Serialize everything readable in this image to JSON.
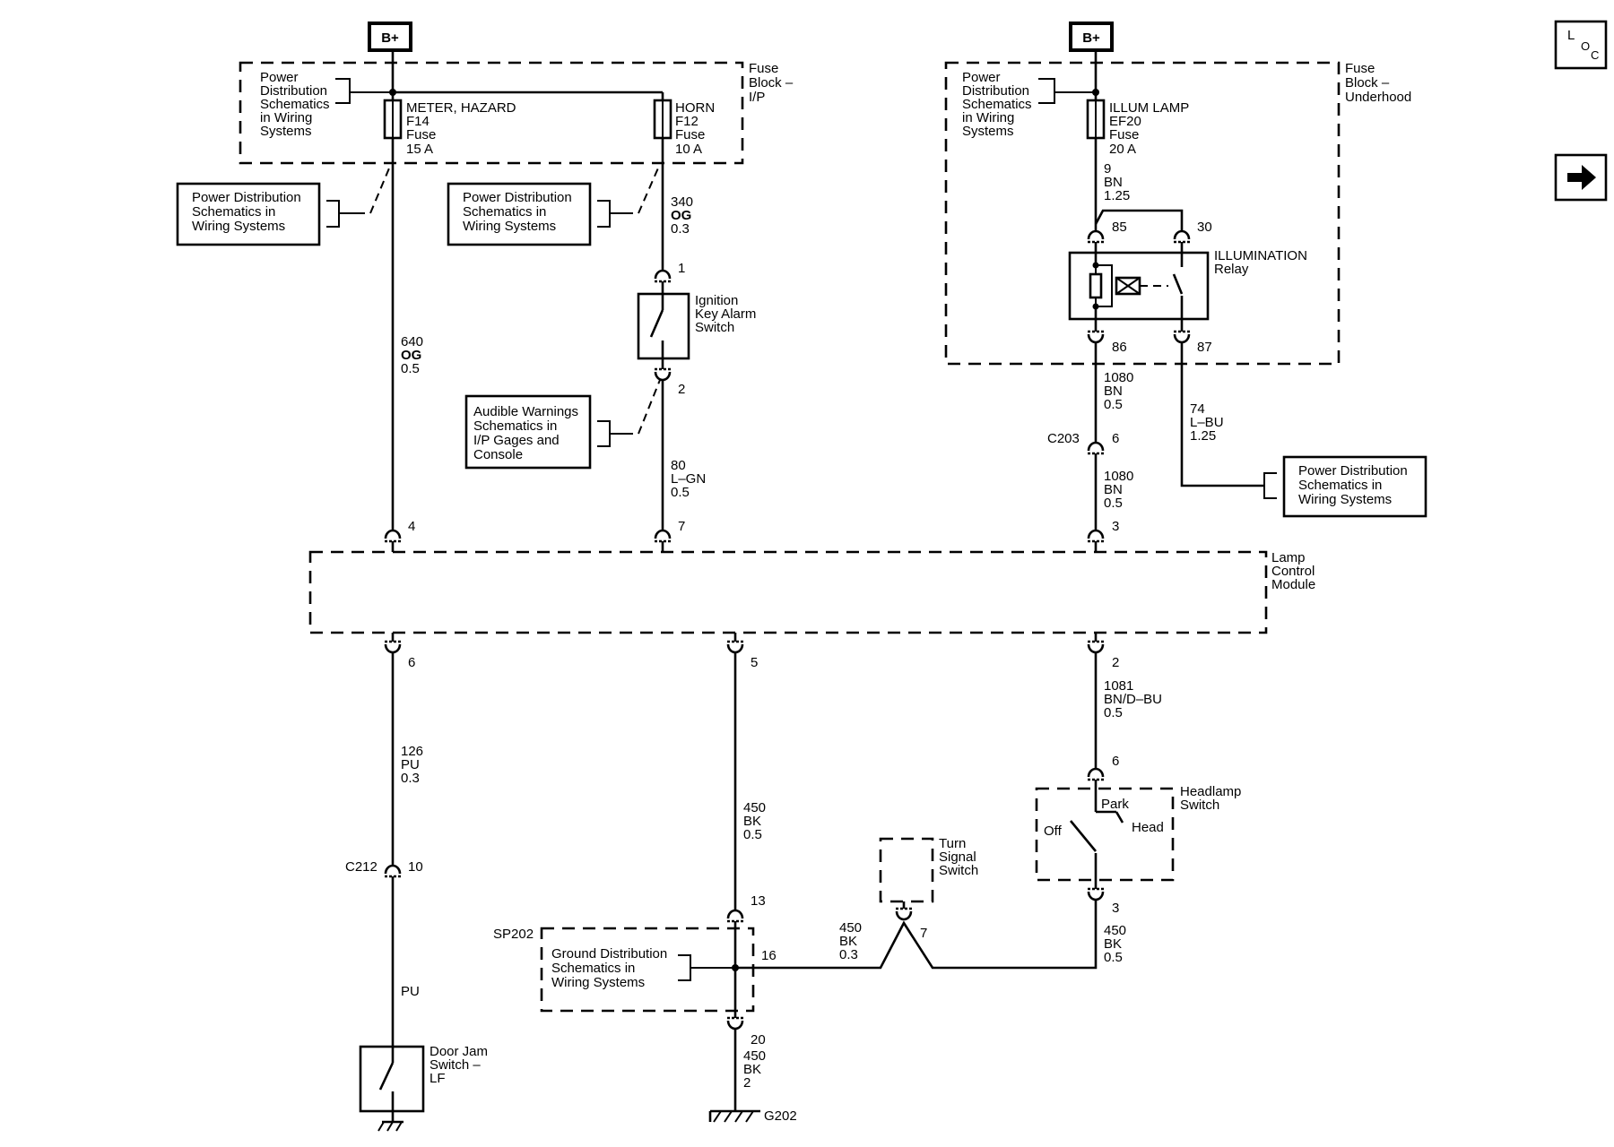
{
  "badges": {
    "bplus_left": "B+",
    "bplus_right": "B+"
  },
  "side_icons": {
    "loc": "LOC",
    "arrow": "right-arrow-icon"
  },
  "fuse_block_ip": {
    "title": [
      "Fuse",
      "Block –",
      "I/P"
    ],
    "ref": [
      "Power",
      "Distribution",
      "Schematics",
      "in Wiring",
      "Systems"
    ],
    "fuse_f14": [
      "METER, HAZARD",
      "F14",
      "Fuse",
      "15 A"
    ],
    "fuse_f12": [
      "HORN",
      "F12",
      "Fuse",
      "10 A"
    ]
  },
  "fuse_block_underhood": {
    "title": [
      "Fuse",
      "Block –",
      "Underhood"
    ],
    "ref": [
      "Power",
      "Distribution",
      "Schematics",
      "in Wiring",
      "Systems"
    ],
    "fuse_ef20": [
      "ILLUM LAMP",
      "EF20",
      "Fuse",
      "20 A"
    ]
  },
  "refs": {
    "power_left": [
      "Power Distribution",
      "Schematics in",
      "Wiring Systems"
    ],
    "power_mid": [
      "Power Distribution",
      "Schematics in",
      "Wiring Systems"
    ],
    "audible": [
      "Audible Warnings",
      "Schematics in",
      "I/P Gages and",
      "Console"
    ],
    "power_right": [
      "Power Distribution",
      "Schematics in",
      "Wiring Systems"
    ],
    "ground": [
      "Ground Distribution",
      "Schematics in",
      "Wiring Systems"
    ]
  },
  "wires": {
    "w640": [
      "640",
      "OG",
      "0.5"
    ],
    "w340": [
      "340",
      "OG",
      "0.3"
    ],
    "w80": [
      "80",
      "L–GN",
      "0.5"
    ],
    "w9": [
      "9",
      "BN",
      "1.25"
    ],
    "w1080a": [
      "1080",
      "BN",
      "0.5"
    ],
    "w1080b": [
      "1080",
      "BN",
      "0.5"
    ],
    "w74": [
      "74",
      "L–BU",
      "1.25"
    ],
    "w126": [
      "126",
      "PU",
      "0.3"
    ],
    "wPU": [
      "PU"
    ],
    "w450a": [
      "450",
      "BK",
      "0.5"
    ],
    "w450b": [
      "450",
      "BK",
      "0.3"
    ],
    "w450c": [
      "450",
      "BK",
      "0.5"
    ],
    "w450d": [
      "450",
      "BK",
      "2"
    ],
    "w1081": [
      "1081",
      "BN/D–BU",
      "0.5"
    ]
  },
  "components": {
    "ignition_switch": [
      "Ignition",
      "Key Alarm",
      "Switch"
    ],
    "illumination_relay": [
      "ILLUMINATION",
      "Relay"
    ],
    "lamp_control_module": [
      "Lamp",
      "Control",
      "Module"
    ],
    "headlamp_switch": [
      "Headlamp",
      "Switch"
    ],
    "headlamp_positions": {
      "park": "Park",
      "head": "Head",
      "off": "Off"
    },
    "turn_signal_switch": [
      "Turn",
      "Signal",
      "Switch"
    ],
    "door_jam_switch": [
      "Door Jam",
      "Switch –",
      "LF"
    ]
  },
  "connectors": {
    "c203": "C203",
    "c212": "C212",
    "sp202": "SP202",
    "g202": "G202"
  },
  "pins": {
    "relay_85": "85",
    "relay_30": "30",
    "relay_86": "86",
    "relay_87": "87",
    "ign_1": "1",
    "ign_2": "2",
    "lcm_4": "4",
    "lcm_7": "7",
    "lcm_3": "3",
    "lcm_6": "6",
    "lcm_5": "5",
    "lcm_2": "2",
    "c203_6": "6",
    "c212_10": "10",
    "sp_13": "13",
    "sp_16": "16",
    "sp_20": "20",
    "turn_7": "7",
    "head_6": "6",
    "head_3": "3"
  }
}
